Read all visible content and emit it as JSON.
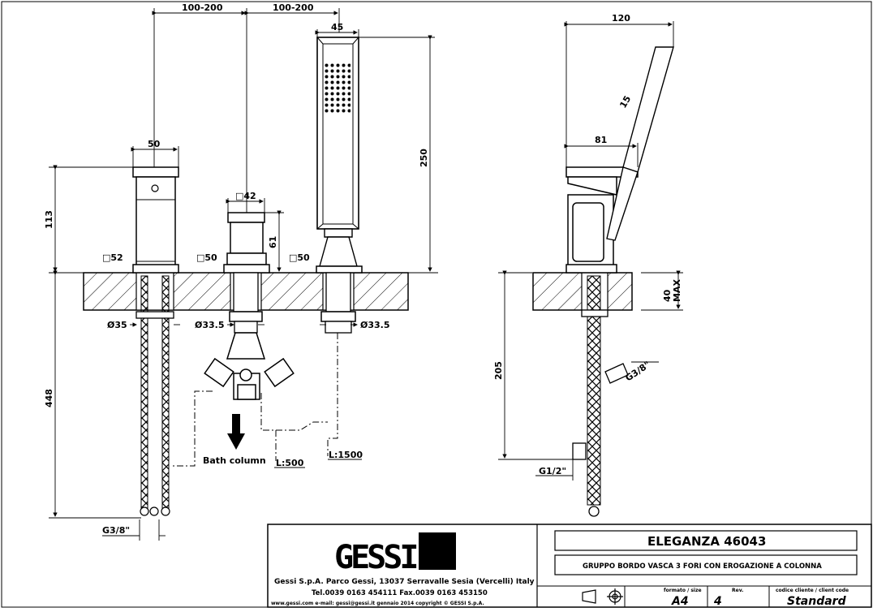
{
  "front_view": {
    "dims": {
      "spacing_left": "100-200",
      "spacing_right": "100-200",
      "handshower_width": "45",
      "spout_width": "50",
      "mixer_square": "□42",
      "base_left": "□52",
      "base_mid": "□50",
      "base_right": "□50",
      "height_spout": "113",
      "height_mixer": "61",
      "height_handshower": "250",
      "height_hose": "448",
      "dia_left": "Ø35",
      "dia_mid": "Ø33.5",
      "dia_right": "Ø33.5",
      "thread_left": "G3/8\""
    },
    "notes": {
      "bath_column": "Bath column",
      "hose_short": "L:500",
      "hose_long": "L:1500"
    }
  },
  "side_view": {
    "dims": {
      "total_width": "120",
      "base_width": "81",
      "angle": "15",
      "deck_max_value": "40",
      "deck_max_label": "MAX",
      "height_below": "205",
      "thread_side": "G3/8\"",
      "thread_bottom": "G1/2\""
    }
  },
  "title_block": {
    "logo_text": "GESSI",
    "company": "Gessi S.p.A. Parco Gessi, 13037 Serravalle Sesia (Vercelli) Italy",
    "contact": "Tel.0039 0163 454111 Fax.0039 0163 453150",
    "footer": "www.gessi.com e-mail: gessi@gessi.it gennaio 2014 copyright © GESSI S.p.A.",
    "model": "ELEGANZA 46043",
    "description": "GRUPPO BORDO VASCA 3 FORI CON EROGAZIONE A COLONNA",
    "labels": {
      "format": "formato / size",
      "rev": "Rev.",
      "client_code": "codice cliente / client code"
    },
    "format_value": "A4",
    "rev_value": "4",
    "client_code_value": "Standard"
  }
}
